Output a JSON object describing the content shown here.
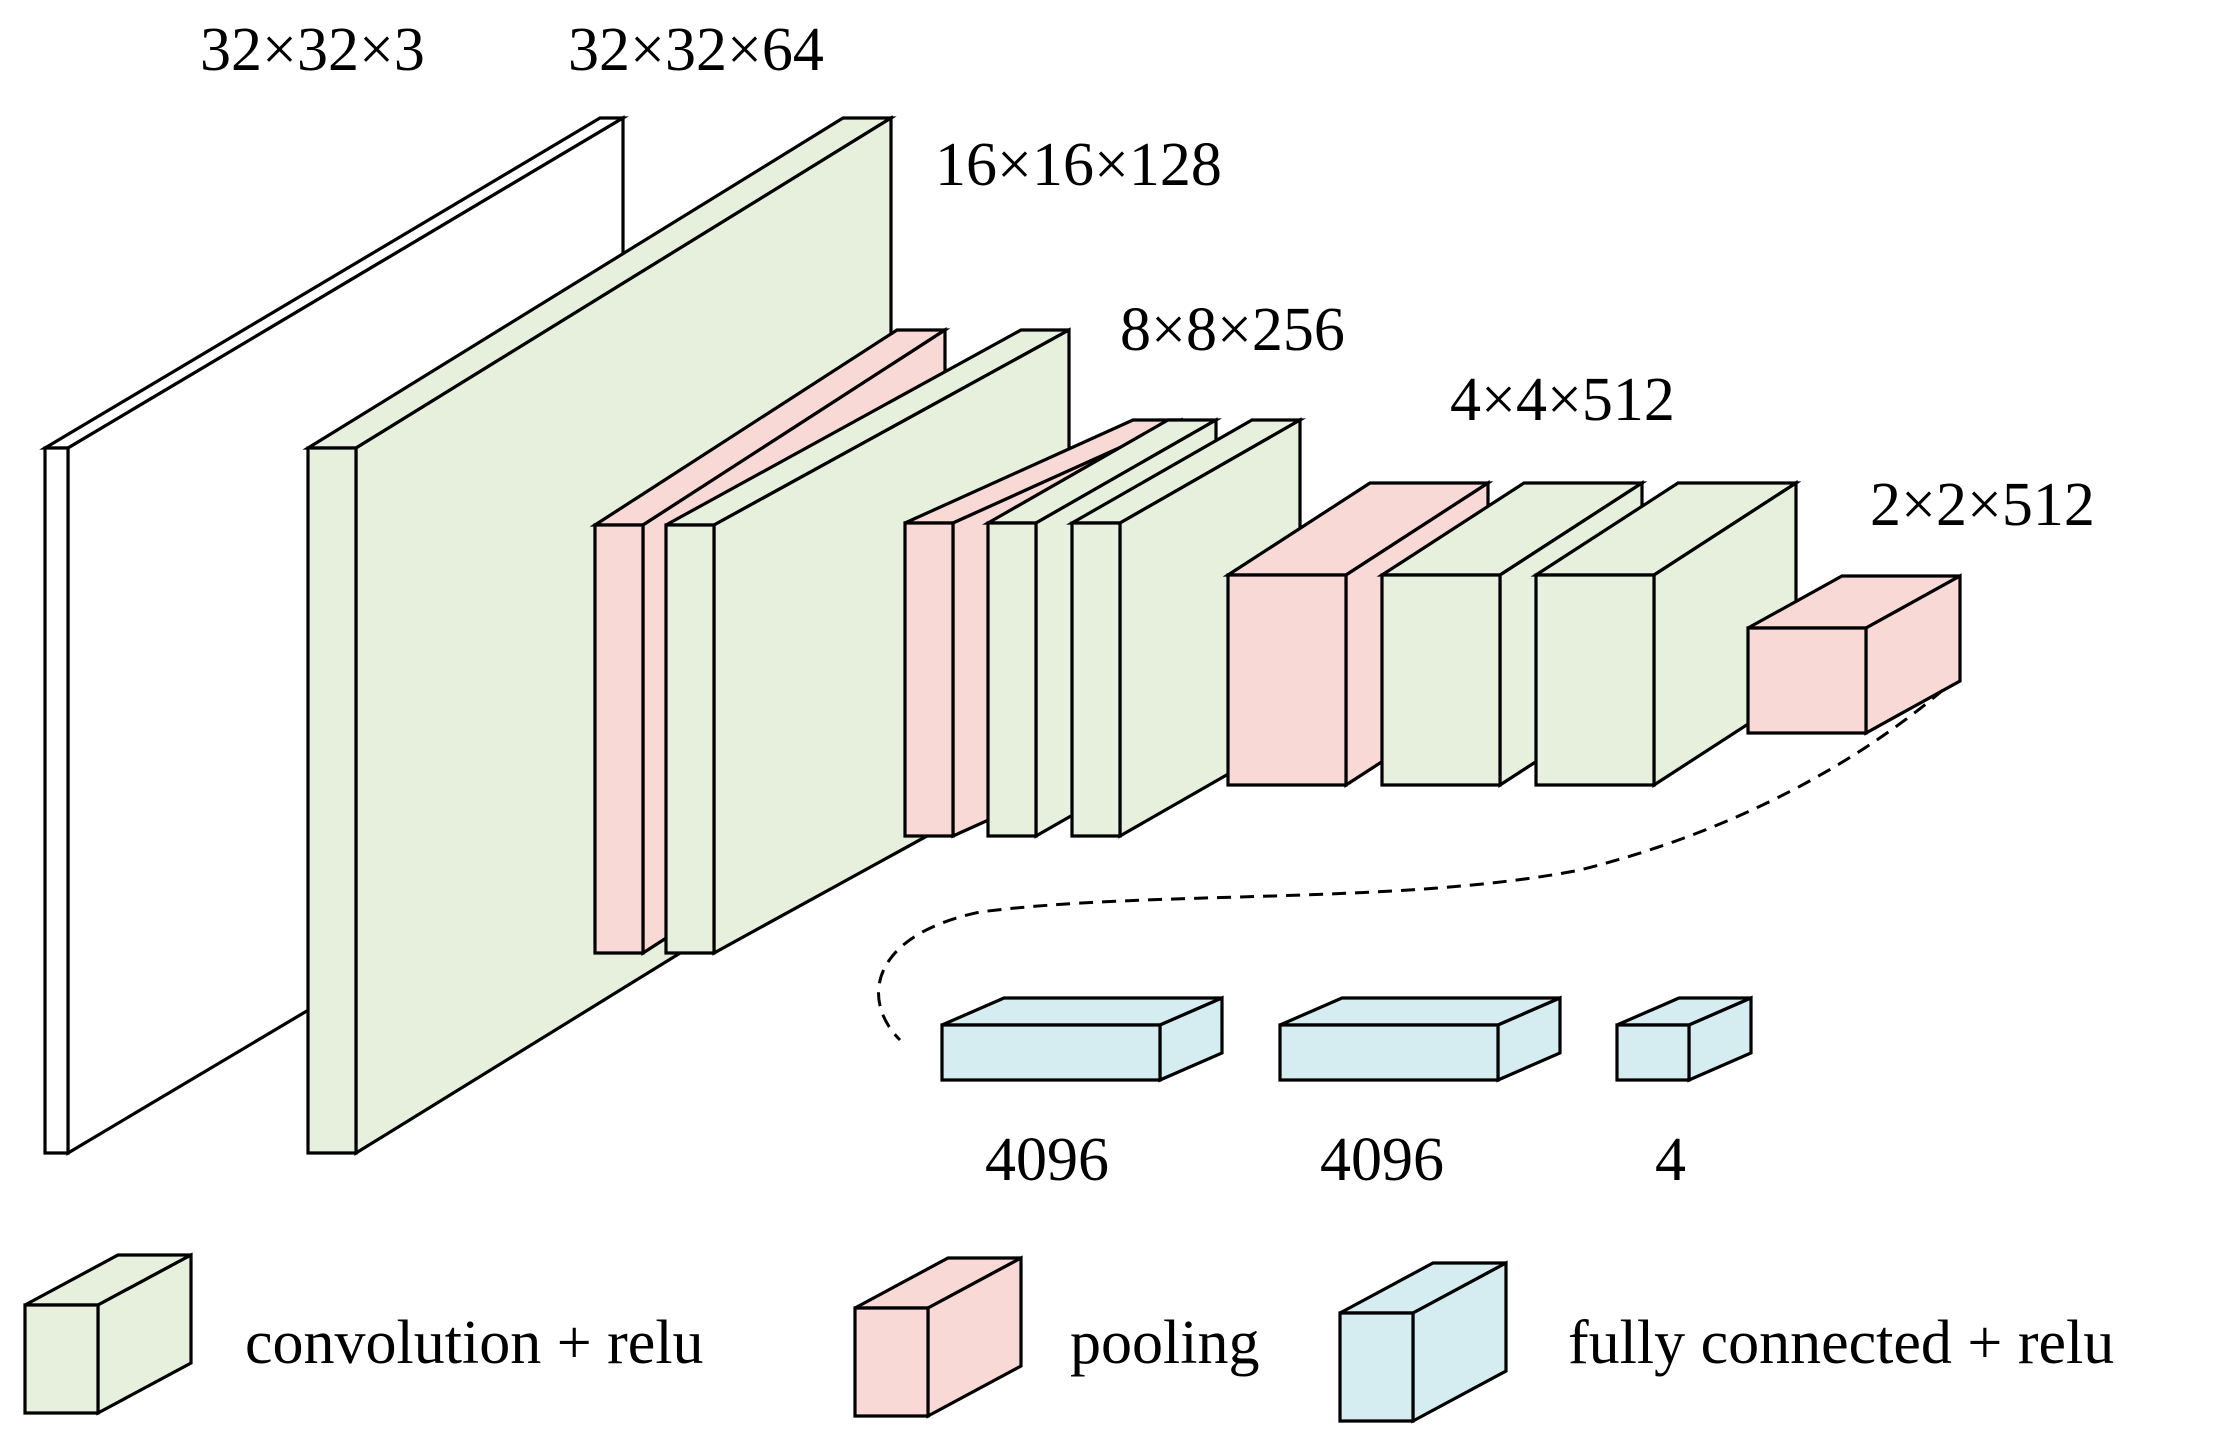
{
  "colors": {
    "convolution": "#e6f0dc",
    "pooling": "#f8d9d6",
    "fully_connected": "#d5edf1",
    "input": "#ffffff",
    "stroke": "#000000"
  },
  "dimension_labels": {
    "input": "32×32×3",
    "block1": "32×32×64",
    "block2": "16×16×128",
    "block3": "8×8×256",
    "block4": "4×4×512",
    "block5": "2×2×512"
  },
  "fc_labels": {
    "fc1": "4096",
    "fc2": "4096",
    "fc3": "4"
  },
  "legend": {
    "convolution": "convolution + relu",
    "pooling": "pooling",
    "fully_connected": "fully connected + relu"
  }
}
